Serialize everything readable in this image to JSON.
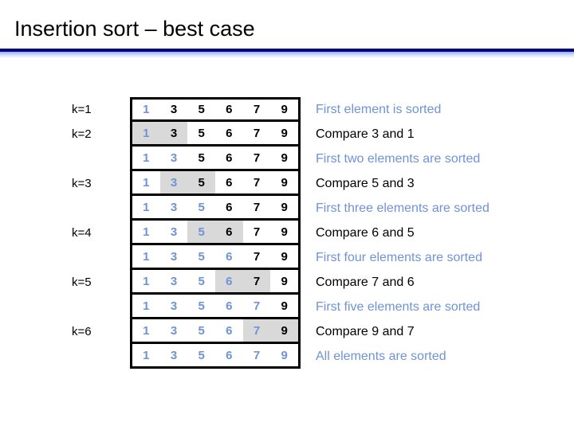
{
  "slide": {
    "title": "Insertion sort – best case",
    "accent_color": "#000080",
    "sorted_color": "#6e93d6",
    "highlight_color": "#d9d9d9"
  },
  "steps": [
    {
      "k_label": "k=1",
      "cells": [
        {
          "value": "1",
          "sorted": true,
          "highlight": false
        },
        {
          "value": "3",
          "sorted": false,
          "highlight": false
        },
        {
          "value": "5",
          "sorted": false,
          "highlight": false
        },
        {
          "value": "6",
          "sorted": false,
          "highlight": false
        },
        {
          "value": "7",
          "sorted": false,
          "highlight": false
        },
        {
          "value": "9",
          "sorted": false,
          "highlight": false
        }
      ],
      "note": "First element is sorted",
      "note_sorted": true
    },
    {
      "k_label": "k=2",
      "cells": [
        {
          "value": "1",
          "sorted": true,
          "highlight": true
        },
        {
          "value": "3",
          "sorted": false,
          "highlight": true
        },
        {
          "value": "5",
          "sorted": false,
          "highlight": false
        },
        {
          "value": "6",
          "sorted": false,
          "highlight": false
        },
        {
          "value": "7",
          "sorted": false,
          "highlight": false
        },
        {
          "value": "9",
          "sorted": false,
          "highlight": false
        }
      ],
      "note": "Compare 3 and 1",
      "note_sorted": false
    },
    {
      "k_label": "",
      "cells": [
        {
          "value": "1",
          "sorted": true,
          "highlight": false
        },
        {
          "value": "3",
          "sorted": true,
          "highlight": false
        },
        {
          "value": "5",
          "sorted": false,
          "highlight": false
        },
        {
          "value": "6",
          "sorted": false,
          "highlight": false
        },
        {
          "value": "7",
          "sorted": false,
          "highlight": false
        },
        {
          "value": "9",
          "sorted": false,
          "highlight": false
        }
      ],
      "note": "First two elements are sorted",
      "note_sorted": true
    },
    {
      "k_label": "k=3",
      "cells": [
        {
          "value": "1",
          "sorted": true,
          "highlight": false
        },
        {
          "value": "3",
          "sorted": true,
          "highlight": true
        },
        {
          "value": "5",
          "sorted": false,
          "highlight": true
        },
        {
          "value": "6",
          "sorted": false,
          "highlight": false
        },
        {
          "value": "7",
          "sorted": false,
          "highlight": false
        },
        {
          "value": "9",
          "sorted": false,
          "highlight": false
        }
      ],
      "note": "Compare 5 and 3",
      "note_sorted": false
    },
    {
      "k_label": "",
      "cells": [
        {
          "value": "1",
          "sorted": true,
          "highlight": false
        },
        {
          "value": "3",
          "sorted": true,
          "highlight": false
        },
        {
          "value": "5",
          "sorted": true,
          "highlight": false
        },
        {
          "value": "6",
          "sorted": false,
          "highlight": false
        },
        {
          "value": "7",
          "sorted": false,
          "highlight": false
        },
        {
          "value": "9",
          "sorted": false,
          "highlight": false
        }
      ],
      "note": "First three elements are sorted",
      "note_sorted": true
    },
    {
      "k_label": "k=4",
      "cells": [
        {
          "value": "1",
          "sorted": true,
          "highlight": false
        },
        {
          "value": "3",
          "sorted": true,
          "highlight": false
        },
        {
          "value": "5",
          "sorted": true,
          "highlight": true
        },
        {
          "value": "6",
          "sorted": false,
          "highlight": true
        },
        {
          "value": "7",
          "sorted": false,
          "highlight": false
        },
        {
          "value": "9",
          "sorted": false,
          "highlight": false
        }
      ],
      "note": "Compare 6 and 5",
      "note_sorted": false
    },
    {
      "k_label": "",
      "cells": [
        {
          "value": "1",
          "sorted": true,
          "highlight": false
        },
        {
          "value": "3",
          "sorted": true,
          "highlight": false
        },
        {
          "value": "5",
          "sorted": true,
          "highlight": false
        },
        {
          "value": "6",
          "sorted": true,
          "highlight": false
        },
        {
          "value": "7",
          "sorted": false,
          "highlight": false
        },
        {
          "value": "9",
          "sorted": false,
          "highlight": false
        }
      ],
      "note": "First four elements are sorted",
      "note_sorted": true
    },
    {
      "k_label": "k=5",
      "cells": [
        {
          "value": "1",
          "sorted": true,
          "highlight": false
        },
        {
          "value": "3",
          "sorted": true,
          "highlight": false
        },
        {
          "value": "5",
          "sorted": true,
          "highlight": false
        },
        {
          "value": "6",
          "sorted": true,
          "highlight": true
        },
        {
          "value": "7",
          "sorted": false,
          "highlight": true
        },
        {
          "value": "9",
          "sorted": false,
          "highlight": false
        }
      ],
      "note": "Compare 7 and 6",
      "note_sorted": false
    },
    {
      "k_label": "",
      "cells": [
        {
          "value": "1",
          "sorted": true,
          "highlight": false
        },
        {
          "value": "3",
          "sorted": true,
          "highlight": false
        },
        {
          "value": "5",
          "sorted": true,
          "highlight": false
        },
        {
          "value": "6",
          "sorted": true,
          "highlight": false
        },
        {
          "value": "7",
          "sorted": true,
          "highlight": false
        },
        {
          "value": "9",
          "sorted": false,
          "highlight": false
        }
      ],
      "note": "First five elements are sorted",
      "note_sorted": true
    },
    {
      "k_label": "k=6",
      "cells": [
        {
          "value": "1",
          "sorted": true,
          "highlight": false
        },
        {
          "value": "3",
          "sorted": true,
          "highlight": false
        },
        {
          "value": "5",
          "sorted": true,
          "highlight": false
        },
        {
          "value": "6",
          "sorted": true,
          "highlight": false
        },
        {
          "value": "7",
          "sorted": true,
          "highlight": true
        },
        {
          "value": "9",
          "sorted": false,
          "highlight": true
        }
      ],
      "note": "Compare 9 and 7",
      "note_sorted": false
    },
    {
      "k_label": "",
      "cells": [
        {
          "value": "1",
          "sorted": true,
          "highlight": false
        },
        {
          "value": "3",
          "sorted": true,
          "highlight": false
        },
        {
          "value": "5",
          "sorted": true,
          "highlight": false
        },
        {
          "value": "6",
          "sorted": true,
          "highlight": false
        },
        {
          "value": "7",
          "sorted": true,
          "highlight": false
        },
        {
          "value": "9",
          "sorted": true,
          "highlight": false
        }
      ],
      "note": "All elements are sorted",
      "note_sorted": true
    }
  ]
}
